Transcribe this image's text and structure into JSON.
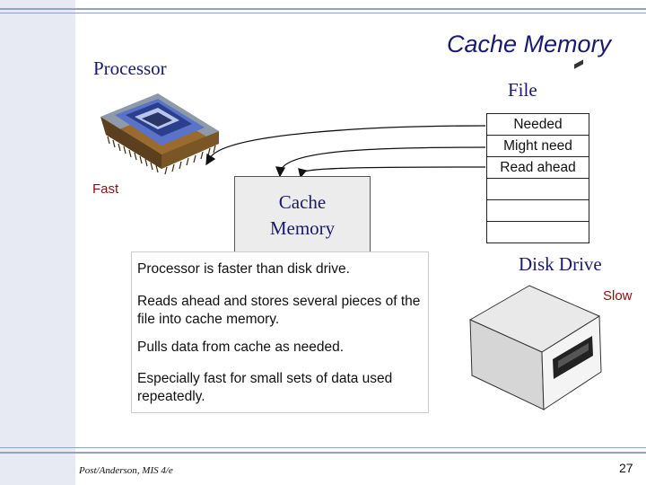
{
  "slide": {
    "title": "Cache Memory",
    "processor_label": "Processor",
    "fast_label": "Fast",
    "file_label": "File",
    "file_rows": [
      "Needed",
      "Might need",
      "Read ahead",
      "",
      "",
      ""
    ],
    "cache_label_line1": "Cache",
    "cache_label_line2": "Memory",
    "info": [
      "Processor is faster than disk drive.",
      "Reads ahead and stores several pieces of the file into cache memory.",
      "Pulls data from cache as needed.",
      "Especially fast for small sets of data used repeatedly."
    ],
    "disk_label": "Disk Drive",
    "slow_label": "Slow",
    "footer_left": "Post/Anderson, MIS 4/e",
    "page_number": "27"
  },
  "colors": {
    "title": "#1a1a6e",
    "accent_red": "#8a1010",
    "rule_lines": "#8fa3c9"
  },
  "icons": [
    "processor-chip-icon",
    "disk-drive-icon"
  ]
}
